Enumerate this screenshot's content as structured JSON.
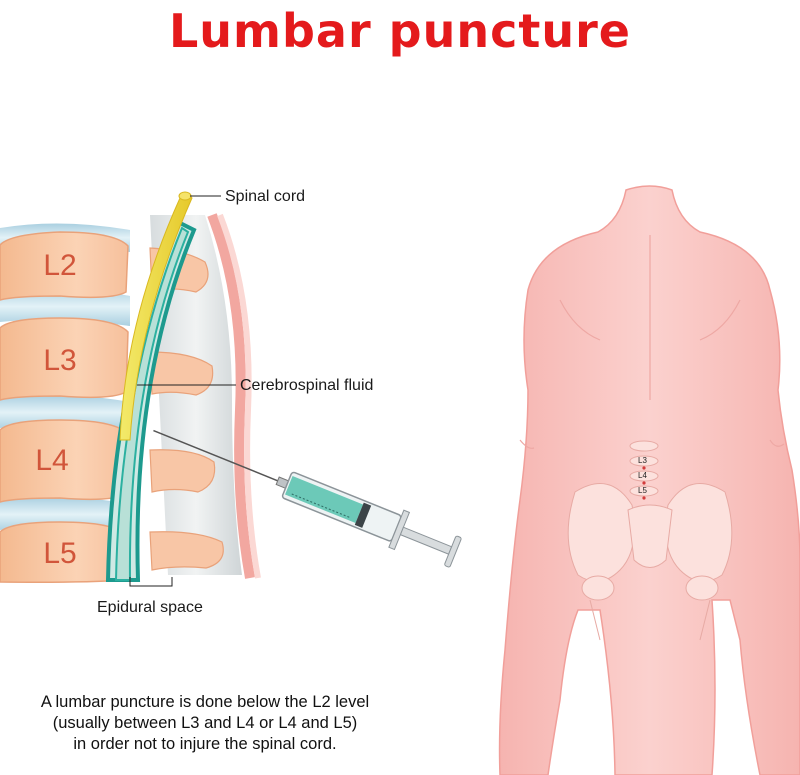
{
  "title": "Lumbar puncture",
  "vertebrae": [
    "L2",
    "L3",
    "L4",
    "L5"
  ],
  "labels": {
    "spinal_cord": "Spinal cord",
    "csf": "Cerebrospinal fluid",
    "epidural": "Epidural space"
  },
  "body_markers": [
    "L3",
    "L4",
    "L5"
  ],
  "caption": [
    "A lumbar puncture is done below the L2 level",
    "(usually between L3 and L4 or L4 and L5)",
    "in order not to injure the spinal cord."
  ],
  "colors": {
    "title": "#e41a1c",
    "skin": "#f9c3c0",
    "vertebra": "#f7c6a3",
    "disc": "#cfe6ef",
    "dura": "#1d9a8e",
    "cord": "#f2e24a",
    "syringe_fluid": "#6cc9b8"
  }
}
